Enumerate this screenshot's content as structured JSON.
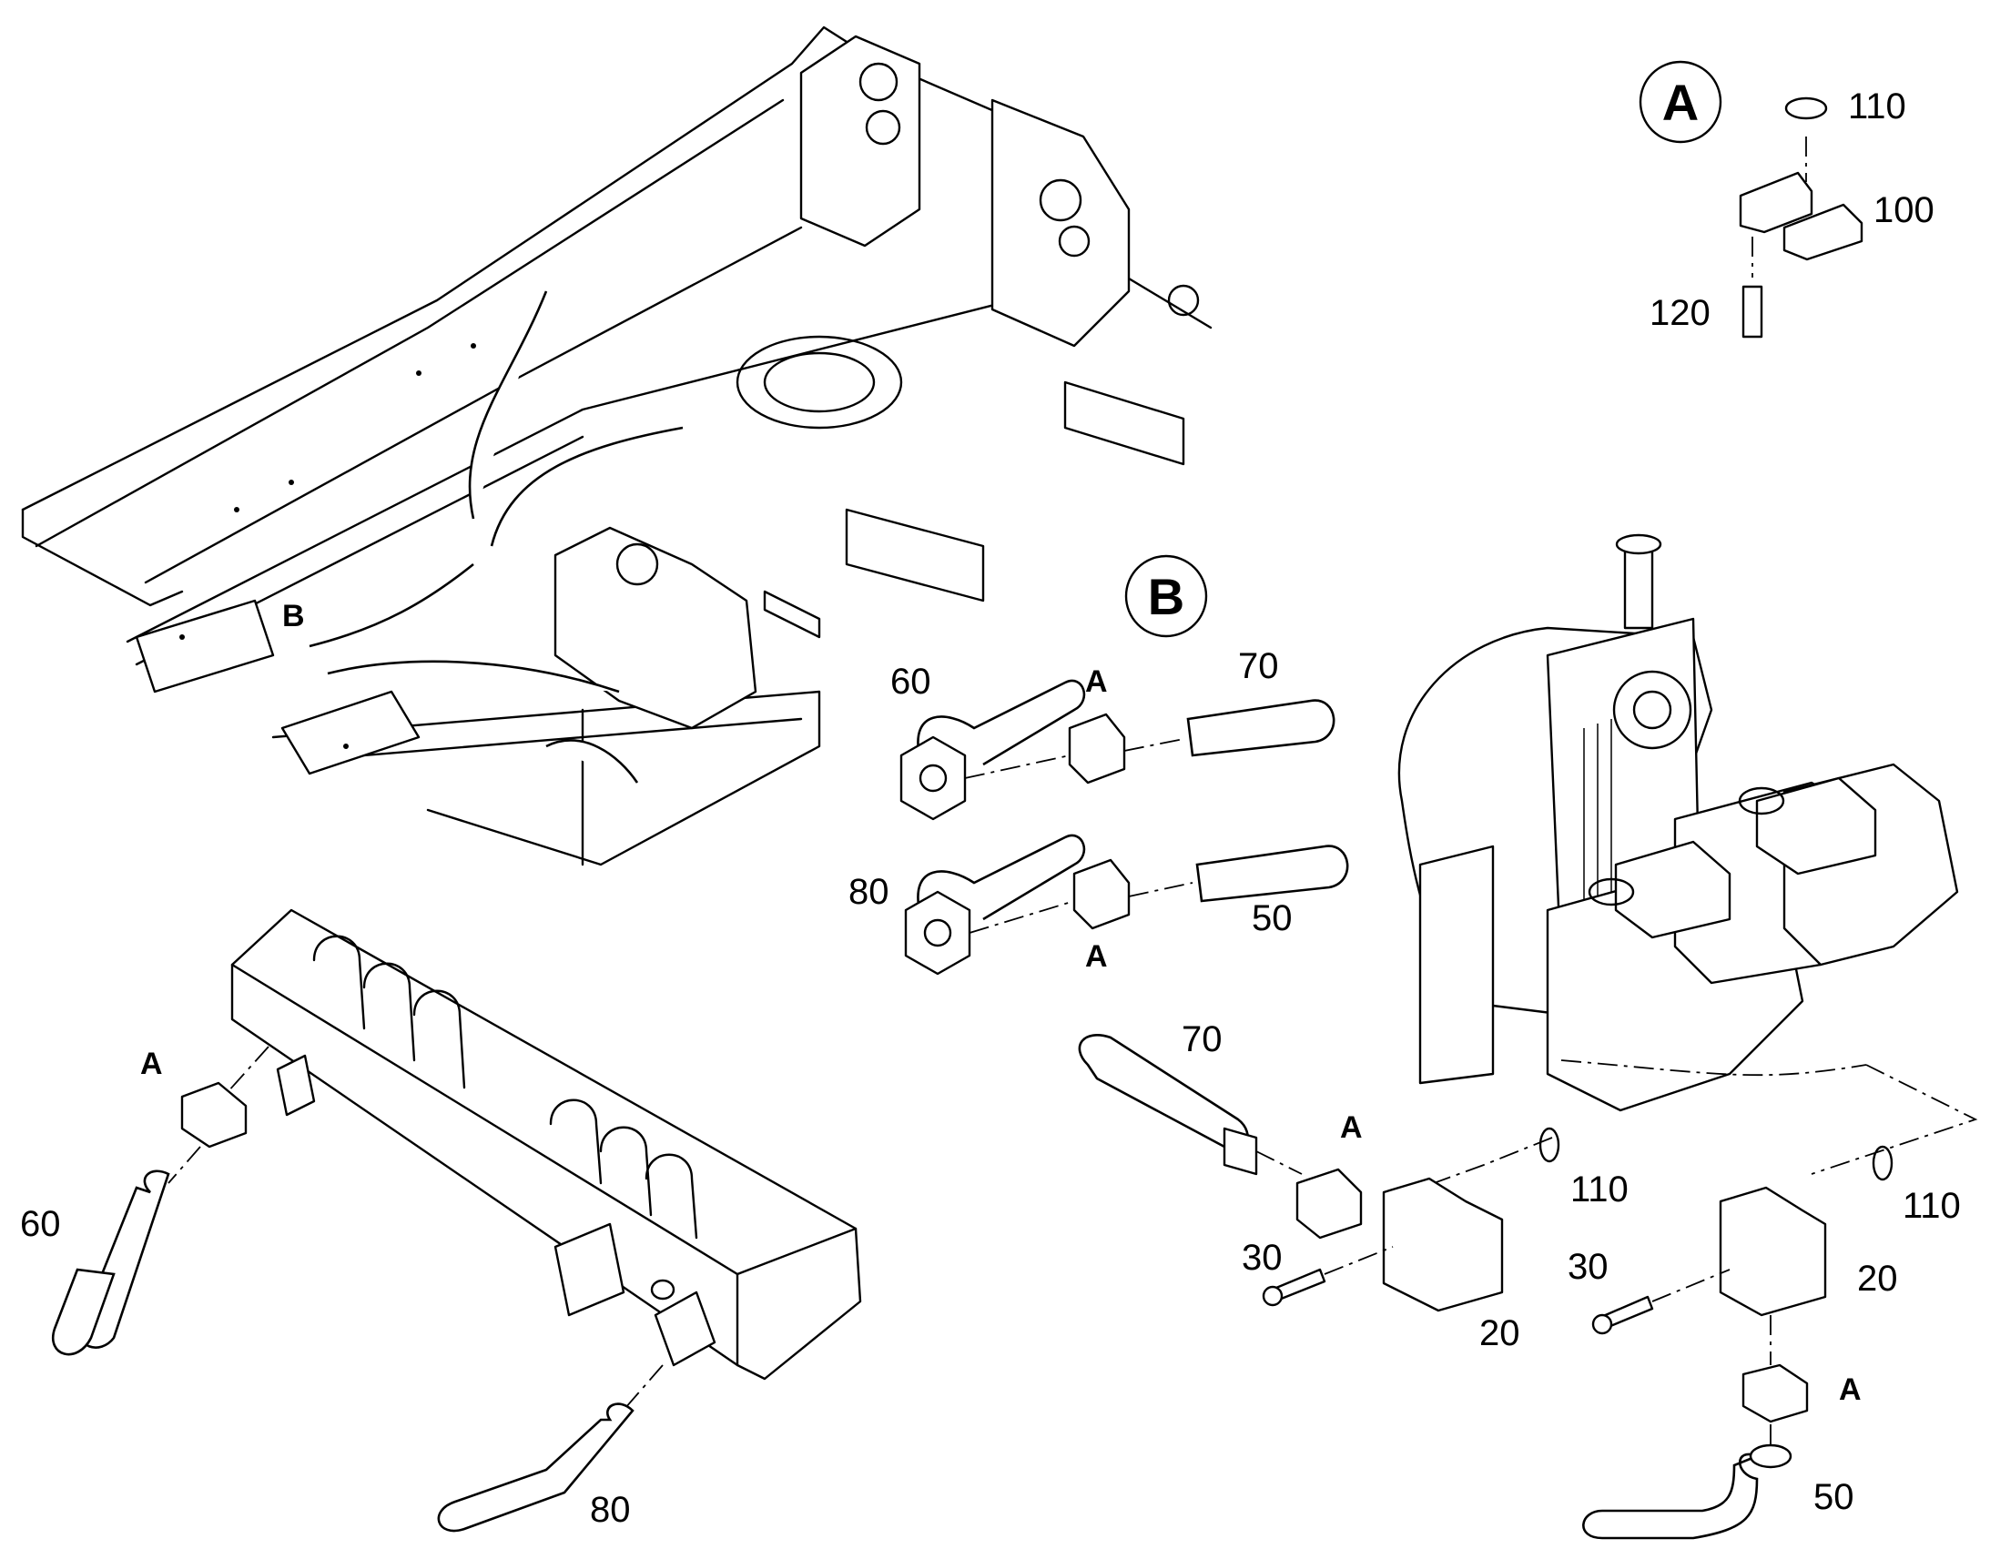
{
  "detail_markers": {
    "a": "A",
    "b": "B"
  },
  "callouts": {
    "o_ring_top": "110",
    "clamp_halves": "100",
    "clamp_screw": "120",
    "frame_b": "B",
    "hose_60_b": "60",
    "hose_80_b": "80",
    "flange_a_b_top": "A",
    "flange_a_b_bottom": "A",
    "hose_70_b": "70",
    "hose_50_b": "50",
    "hose_70_pump": "70",
    "flange_a_pump_left": "A",
    "o_ring_left": "110",
    "o_ring_right": "110",
    "screw_left": "30",
    "screw_right": "30",
    "block_left": "20",
    "block_right": "20",
    "flange_a_pump_bottom": "A",
    "hose_50_pump": "50",
    "flange_a_manifold": "A",
    "hose_60_manifold": "60",
    "hose_80_manifold": "80"
  }
}
